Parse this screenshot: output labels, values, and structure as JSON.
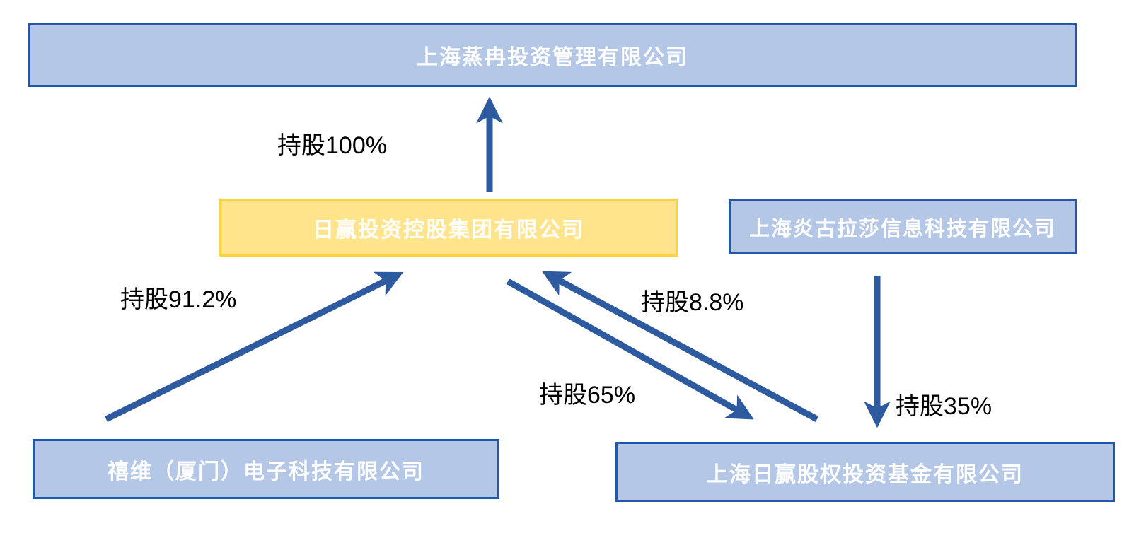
{
  "diagram": {
    "type": "equity-ownership-structure",
    "nodes": {
      "top": {
        "label": "上海蒸冉投资管理有限公司",
        "style": "blue"
      },
      "holding": {
        "label": "日赢投资控股集团有限公司",
        "style": "yellow"
      },
      "tech": {
        "label": "上海炎古拉莎信息科技有限公司",
        "style": "blue"
      },
      "xiamen": {
        "label": "禧维（厦门）电子科技有限公司",
        "style": "blue"
      },
      "fund": {
        "label": "上海日赢股权投资基金有限公司",
        "style": "blue"
      }
    },
    "edges": {
      "holding_to_top": {
        "from": "holding",
        "to": "top",
        "label": "持股100%"
      },
      "xiamen_to_holding": {
        "from": "xiamen",
        "to": "holding",
        "label": "持股91.2%"
      },
      "fund_to_holding": {
        "from": "fund",
        "to": "holding",
        "label": "持股8.8%"
      },
      "holding_to_fund": {
        "from": "holding",
        "to": "fund",
        "label": "持股65%"
      },
      "tech_to_fund": {
        "from": "tech",
        "to": "fund",
        "label": "持股35%"
      }
    },
    "colors": {
      "arrow": "#2E5B9F",
      "box_blue_fill": "#B4C7E7",
      "box_blue_border": "#2457A5",
      "box_yellow_fill": "#FFE48C",
      "box_yellow_border": "#FFD23F",
      "node_text": "#FFFFFF",
      "label_text": "#000000"
    }
  }
}
